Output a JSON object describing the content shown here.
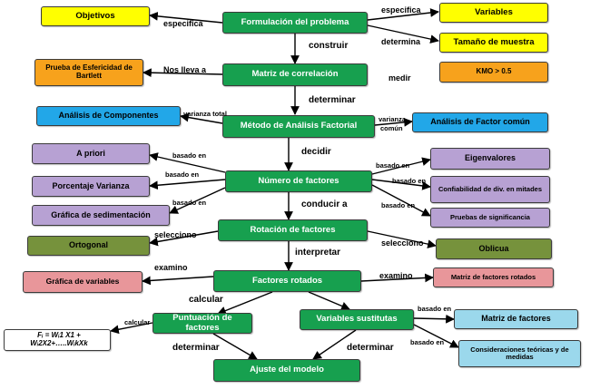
{
  "nodes": {
    "formulacion": "Formulación del problema",
    "objetivos": "Objetivos",
    "variables": "Variables",
    "tamano": "Tamaño de muestra",
    "matriz_correlacion": "Matriz de correlación",
    "bartlett": "Prueba de Esfericidad de Bartlett",
    "kmo": "KMO > 0.5",
    "metodo": "Método  de Análisis Factorial",
    "componentes": "Análisis de Componentes",
    "factor_comun": "Análisis de Factor común",
    "numero_factores": "Número de factores",
    "a_priori": "A priori",
    "porcentaje": "Porcentaje Varianza",
    "sedimentacion": "Gráfica de sedimentación",
    "eigenvalores": "Eigenvalores",
    "confiabilidad": "Confiabilidad de div. en mitades",
    "pruebas": "Pruebas de significancia",
    "rotacion": "Rotación de factores",
    "ortogonal": "Ortogonal",
    "oblicua": "Oblicua",
    "factores_rotados": "Factores rotados",
    "grafica_variables": "Gráfica de variables",
    "matriz_rotados": "Matriz de factores rotados",
    "puntuacion": "Puntuación  de factores",
    "variables_sustitutas": "Variables sustitutas",
    "formula": "Fᵢ = Wᵢ1 X1 + Wᵢ2X2+…..WᵢkXk",
    "matriz_factores": "Matriz de factores",
    "consideraciones": "Consideraciones teóricas y de medidas",
    "ajuste": "Ajuste del modelo"
  },
  "labels": {
    "especifica_left": "especifica",
    "especifica_right": "especifica",
    "determina": "determina",
    "construir": "construir",
    "nos_lleva": "Nos lleva a",
    "medir": "medir",
    "determinar": "determinar",
    "varianza_total": "varianza total",
    "varianza_comun_1": "varianza",
    "varianza_comun_2": "común",
    "decidir": "decidir",
    "basado_en_1": "basado en",
    "basado_en_2": "basado en",
    "basado_en_3": "basado en",
    "basado_en_4": "basado en",
    "basado_en_5": "basado en",
    "basado_en_6": "basado en",
    "conducir": "conducir  a",
    "selecciono_left": "selecciono",
    "selecciono_right": "selecciono",
    "interpretar": "interpretar",
    "examino_left": "examino",
    "examino_right": "examino",
    "calcular_big": "calcular",
    "calcular_small": "calcular",
    "basado_en_7": "basado en",
    "basado_en_8": "basado en",
    "determinar_left": "determinar",
    "determinar_right": "determinar"
  },
  "colors": {
    "green": "#17a04f",
    "yellow": "#ffff00",
    "orange": "#f7a21c",
    "blue": "#22a7e8",
    "light_blue": "#9bd8ec",
    "purple": "#b7a1d3",
    "olive": "#76923c",
    "pink": "#e8969a",
    "edge": "#000000"
  }
}
